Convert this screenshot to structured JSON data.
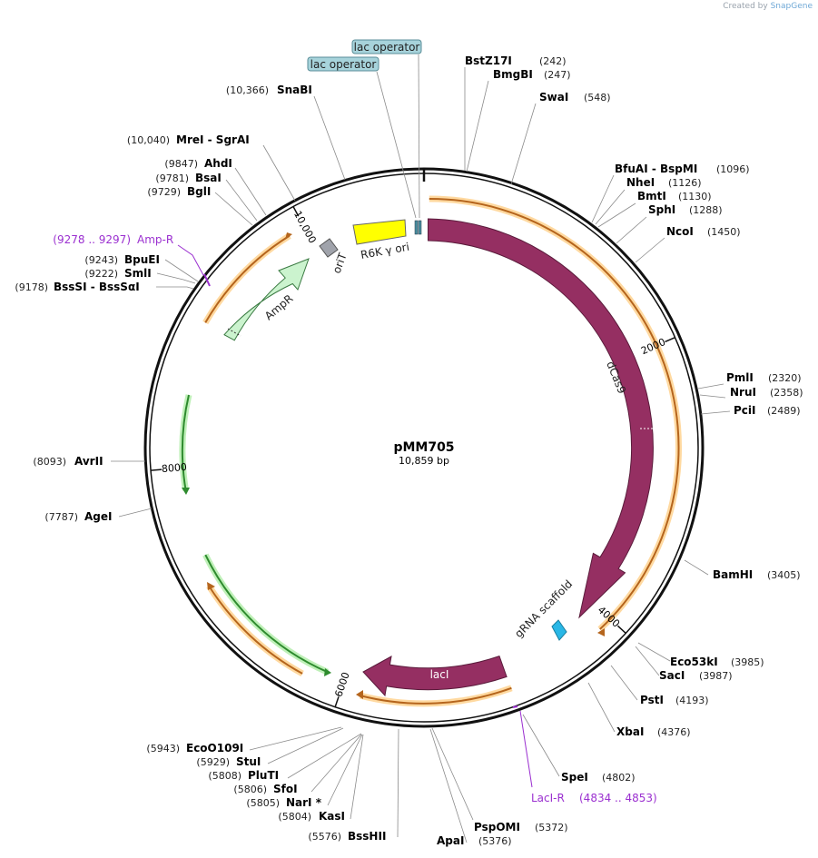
{
  "credit": {
    "prefix": "Created by",
    "brand": "SnapGene"
  },
  "plasmid": {
    "name": "pMM705",
    "size_label": "10,859 bp",
    "length": 10859
  },
  "ticks": [
    {
      "pos": 2000,
      "label": "2000"
    },
    {
      "pos": 4000,
      "label": "4000"
    },
    {
      "pos": 6000,
      "label": "6000"
    },
    {
      "pos": 8000,
      "label": "8000"
    },
    {
      "pos": 10000,
      "label": "10,000"
    }
  ],
  "features": [
    {
      "name": "dCas9",
      "type": "cds",
      "color": "#952f62"
    },
    {
      "name": "gRNA scaffold",
      "type": "misc",
      "color": "#29b7e6"
    },
    {
      "name": "lacI",
      "type": "cds",
      "color": "#952f62"
    },
    {
      "name": "AmpR",
      "type": "cds",
      "color": "#cbf3ce"
    },
    {
      "name": "oriT",
      "type": "origin",
      "color": "#a0a3ab"
    },
    {
      "name": "R6K γ ori",
      "type": "origin",
      "color": "#ffff00"
    }
  ],
  "operators": [
    {
      "label": "lac operator",
      "color": "#a7d3db"
    },
    {
      "label": "lac operator",
      "color": "#a7d3db"
    }
  ],
  "sites": [
    {
      "name": "BstZ17I",
      "pos": "(242)"
    },
    {
      "name": "BmgBI",
      "pos": "(247)"
    },
    {
      "name": "SwaI",
      "pos": "(548)"
    },
    {
      "name": "BfuAI  - BspMI",
      "pos": "(1096)"
    },
    {
      "name": "NheI",
      "pos": "(1126)"
    },
    {
      "name": "BmtI",
      "pos": "(1130)"
    },
    {
      "name": "SphI",
      "pos": "(1288)"
    },
    {
      "name": "NcoI",
      "pos": "(1450)"
    },
    {
      "name": "PmlI",
      "pos": "(2320)"
    },
    {
      "name": "NruI",
      "pos": "(2358)"
    },
    {
      "name": "PciI",
      "pos": "(2489)"
    },
    {
      "name": "BamHI",
      "pos": "(3405)"
    },
    {
      "name": "Eco53kI",
      "pos": "(3985)"
    },
    {
      "name": "SacI",
      "pos": "(3987)"
    },
    {
      "name": "PstI",
      "pos": "(4193)"
    },
    {
      "name": "XbaI",
      "pos": "(4376)"
    },
    {
      "name": "SpeI",
      "pos": "(4802)"
    },
    {
      "name": "PspOMI",
      "pos": "(5372)"
    },
    {
      "name": "ApaI",
      "pos": "(5376)"
    },
    {
      "name": "BssHII",
      "pos": "(5576)"
    },
    {
      "name": "KasI",
      "pos": "(5804)"
    },
    {
      "name": "NarI *",
      "pos": "(5805)"
    },
    {
      "name": "SfoI",
      "pos": "(5806)"
    },
    {
      "name": "PluTI",
      "pos": "(5808)"
    },
    {
      "name": "StuI",
      "pos": "(5929)"
    },
    {
      "name": "EcoO109I",
      "pos": "(5943)"
    },
    {
      "name": "AgeI",
      "pos": "(7787)"
    },
    {
      "name": "AvrII",
      "pos": "(8093)"
    },
    {
      "name": "BssSI  - BssSαI",
      "pos": "(9178)"
    },
    {
      "name": "SmlI",
      "pos": "(9222)"
    },
    {
      "name": "BpuEI",
      "pos": "(9243)"
    },
    {
      "name": "BglI",
      "pos": "(9729)"
    },
    {
      "name": "BsaI",
      "pos": "(9781)"
    },
    {
      "name": "AhdI",
      "pos": "(9847)"
    },
    {
      "name": "MreI  - SgrAI",
      "pos": "(10,040)"
    },
    {
      "name": "SnaBI",
      "pos": "(10,366)"
    }
  ],
  "primers": [
    {
      "name": "Amp-R",
      "range": "(9278 .. 9297)",
      "color": "#9b30d0"
    },
    {
      "name": "LacI-R",
      "range": "(4834 .. 4853)",
      "color": "#9b30d0"
    }
  ]
}
